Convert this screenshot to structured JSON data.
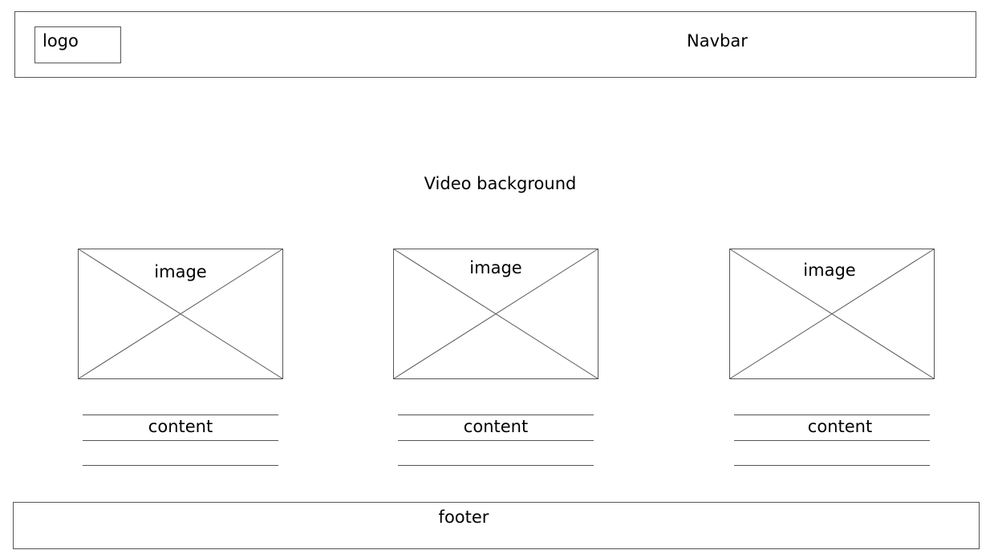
{
  "navbar": {
    "logo_label": "logo",
    "title": "Navbar"
  },
  "hero": {
    "title": "Video background"
  },
  "cards": [
    {
      "image_label": "image",
      "content_label": "content"
    },
    {
      "image_label": "image",
      "content_label": "content"
    },
    {
      "image_label": "image",
      "content_label": "content"
    }
  ],
  "footer": {
    "label": "footer"
  }
}
